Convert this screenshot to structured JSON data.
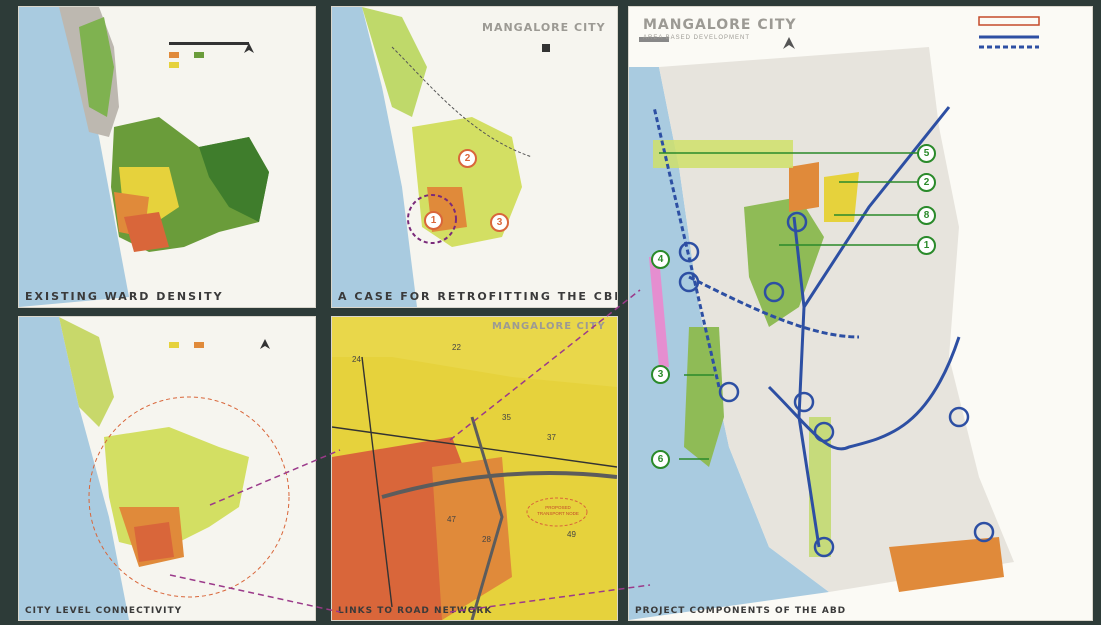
{
  "captions": {
    "ward_density": "EXISTING WARD DENSITY",
    "cbd": "A CASE FOR RETROFITTING THE CBD",
    "connectivity": "CITY LEVEL CONNECTIVITY",
    "road_links": "LINKS TO ROAD NETWORK",
    "abd": "PROJECT COMPONENTS OF THE ABD"
  },
  "titles": {
    "cbd_title": "MANGALORE CITY",
    "road_title": "MANGALORE CITY",
    "abd_title": "MANGALORE CITY",
    "abd_subtitle": "AREA BASED DEVELOPMENT"
  },
  "map_labels": {
    "proposed_transport": "PROPOSED TRANSPORT NODE",
    "ward_numbers": [
      "24",
      "22",
      "35",
      "37",
      "47",
      "49",
      "28"
    ],
    "component_numbers": [
      "5",
      "2",
      "8",
      "1",
      "4",
      "3",
      "6"
    ],
    "cbd_numbers": [
      "1",
      "2",
      "3"
    ]
  },
  "colors": {
    "green": "#6a9c3a",
    "yellow": "#e6d23c",
    "orange": "#e08a3a",
    "red": "#d9663a",
    "water": "#a9cbe0",
    "route_blue": "#2d4fa3",
    "callout_green": "#2a8a2a",
    "connector_purple": "#9b3a8a"
  },
  "icons": [
    "north-arrow-icon",
    "scale-bar-icon",
    "compass-icon"
  ]
}
